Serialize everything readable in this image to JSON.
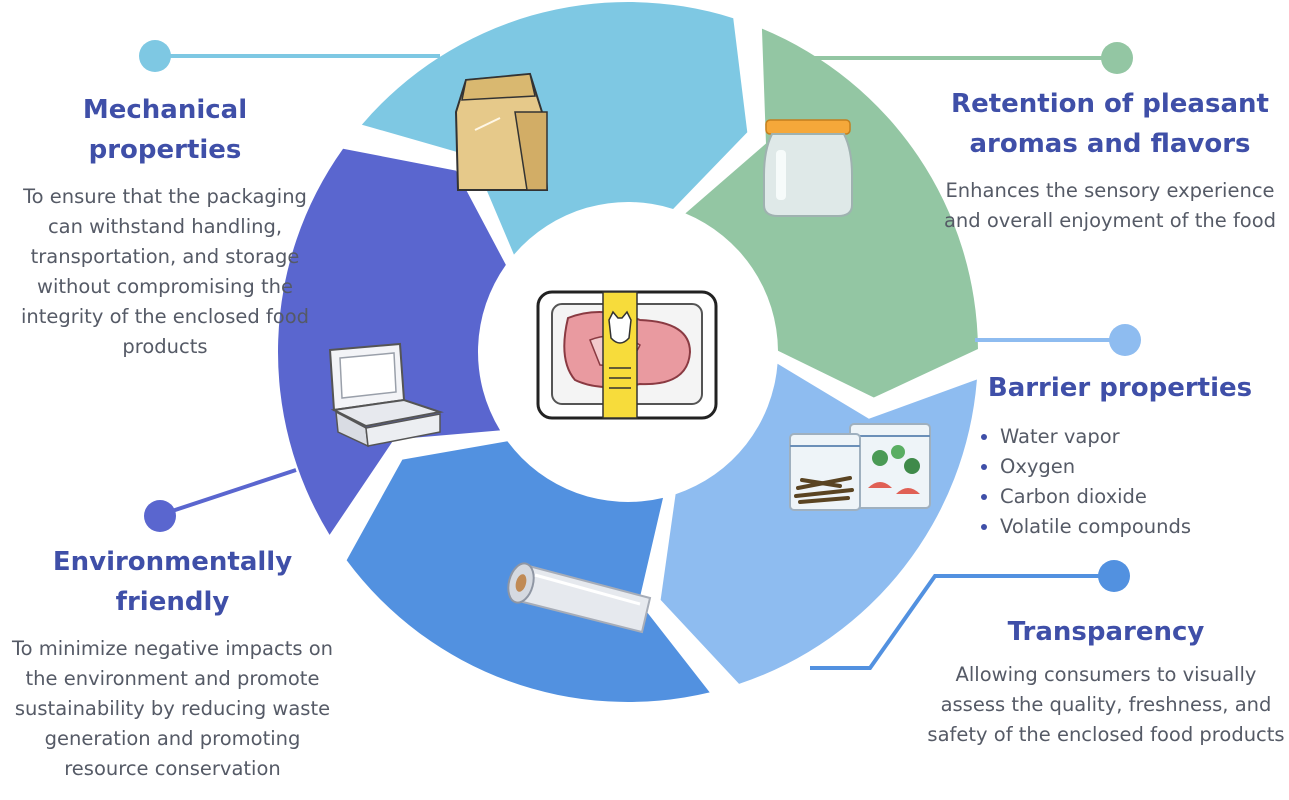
{
  "diagram": {
    "colors": {
      "mechanical": "#7ec8e3",
      "retention": "#93c6a3",
      "barrier": "#8ebcf0",
      "transparency": "#5291e0",
      "environmental": "#5a66cf",
      "heading": "#3f4fa8",
      "body_text": "#555a66"
    },
    "icons": {
      "center": "meat-tray-icon",
      "mechanical": "paper-bag-icon",
      "retention": "glass-jar-icon",
      "barrier": "zip-bags-icon",
      "transparency": "plastic-wrap-roll-icon",
      "environmental": "foam-container-icon"
    },
    "sections": {
      "mechanical": {
        "title": "Mechanical properties",
        "description": "To ensure that the packaging can withstand handling, transportation, and storage without compromising the integrity of the enclosed food products"
      },
      "retention": {
        "title": "Retention of pleasant aromas and flavors",
        "description": "Enhances the sensory experience and overall enjoyment of the food"
      },
      "barrier": {
        "title": "Barrier properties",
        "items": [
          "Water vapor",
          "Oxygen",
          "Carbon dioxide",
          "Volatile compounds"
        ]
      },
      "environmental": {
        "title": "Environmentally friendly",
        "description": "To minimize negative impacts on the environment and promote sustainability by reducing waste generation and promoting resource conservation"
      },
      "transparency": {
        "title": "Transparency",
        "description": "Allowing consumers to visually assess the quality, freshness, and safety of the enclosed food products"
      }
    }
  }
}
